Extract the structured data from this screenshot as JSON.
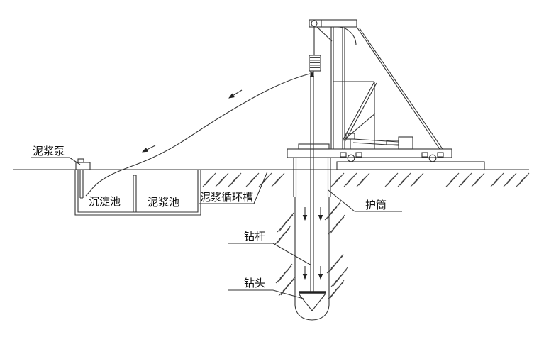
{
  "diagram": {
    "labels": {
      "mud_pump": "泥浆泵",
      "sedimentation_pool": "沉淀池",
      "mud_pool": "泥浆池",
      "mud_circulation_trough": "泥浆循环槽",
      "casing": "护筒",
      "drill_rod": "钻杆",
      "drill_bit": "钻头"
    },
    "colors": {
      "line": "#333333",
      "text": "#111111",
      "background": "#ffffff"
    }
  }
}
